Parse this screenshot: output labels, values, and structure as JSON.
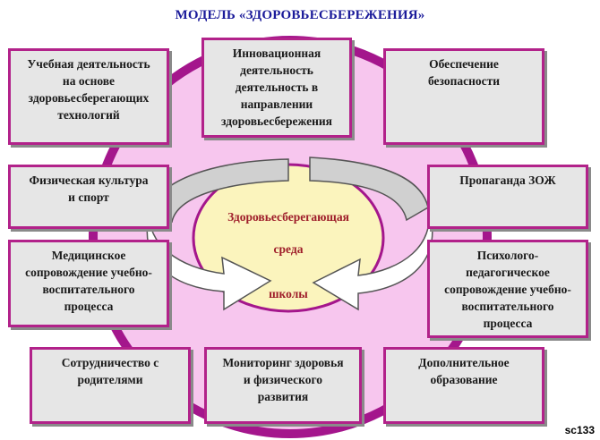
{
  "title": "МОДЕЛЬ «ЗДОРОВЬЕСБЕРЕЖЕНИЯ»",
  "center": {
    "line1": "Здоровьесберегающая",
    "line2": "среда",
    "line3": "школы"
  },
  "boxes": {
    "educational": "Учебная деятельность\nна основе\nздоровьесберегающих\nтехнологий",
    "innovation": "Инновационная\nдеятельность\nдеятельность в\nнаправлении\nздоровьесбережения",
    "safety": "Обеспечение\nбезопасности",
    "physical": "Физическая культура\nи спорт",
    "propaganda": "Пропаганда ЗОЖ",
    "medical": "Медицинское\nсопровождение учебно-\nвоспитательного\nпроцесса",
    "psych": "Психолого-\nпедагогическое\nсопровождение учебно-\nвоспитательного\nпроцесса",
    "parents": "Сотрудничество с\nродителями",
    "monitoring": "Мониторинг здоровья\nи физического\nразвития",
    "additional": "Дополнительное\nобразование"
  },
  "watermark": "sc133",
  "colors": {
    "outer_circle": "#f7c6ee",
    "circle_border": "#a4168c",
    "inner_ellipse": "#fbf4bd",
    "box_fill": "#e6e6e6",
    "box_border": "#b2228a",
    "title": "#1b1b9a",
    "center_text": "#9e1d2a"
  }
}
